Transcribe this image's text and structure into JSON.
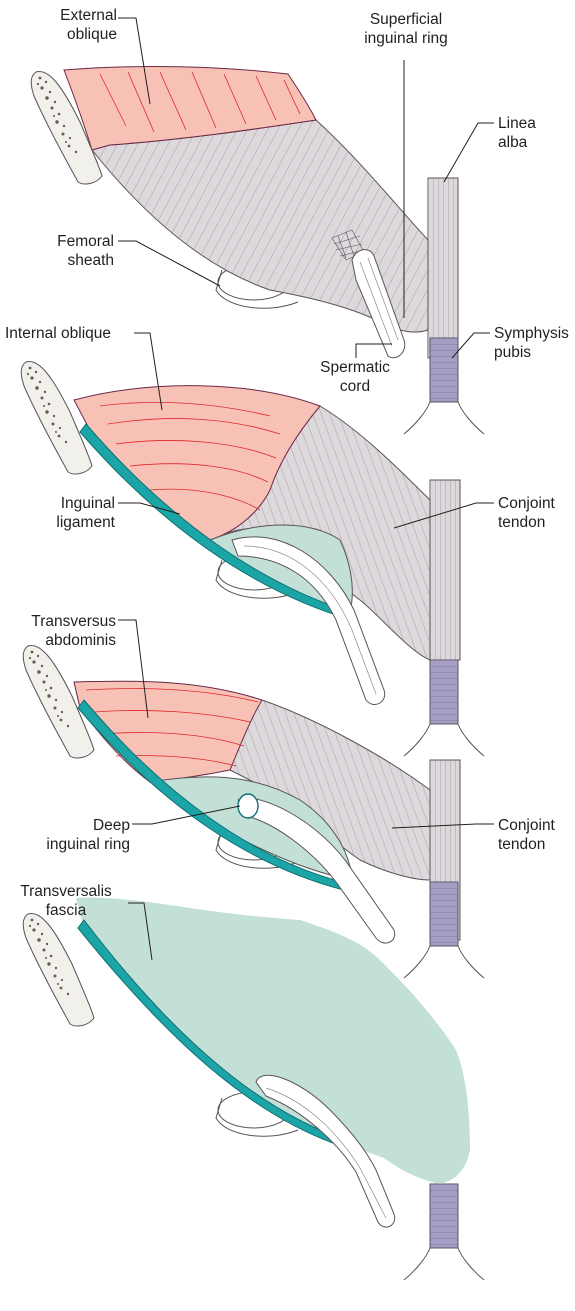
{
  "colors": {
    "muscle": "#f7c1b5",
    "muscle_fibre": "#e0262d",
    "aponeurosis": "#dcd8dc",
    "aponeurosis_line": "#8e8990",
    "fascia": "#c3e0d7",
    "ligament": "#1ba5a6",
    "ligament_dark": "#0f6f74",
    "symphysis": "#a49ec4",
    "bone": "#f1f0ea",
    "bone_dots": "#6a5a52",
    "outline": "#5a5258",
    "leader": "#231f20",
    "muscle_edge": "#6b2846"
  },
  "panels": [
    {
      "id": "external-oblique-layer",
      "labels": [
        {
          "key": "external_oblique",
          "lines": [
            "External",
            "oblique"
          ]
        },
        {
          "key": "superficial_inguinal_ring",
          "lines": [
            "Superficial",
            "inguinal ring"
          ]
        },
        {
          "key": "linea_alba",
          "lines": [
            "Linea",
            "alba"
          ]
        },
        {
          "key": "femoral_sheath",
          "lines": [
            "Femoral",
            "sheath"
          ]
        },
        {
          "key": "symphysis_pubis",
          "lines": [
            "Symphysis",
            "pubis"
          ]
        },
        {
          "key": "spermatic_cord",
          "lines": [
            "Spermatic",
            "cord"
          ]
        }
      ]
    },
    {
      "id": "internal-oblique-layer",
      "labels": [
        {
          "key": "internal_oblique",
          "lines": [
            "Internal oblique"
          ]
        },
        {
          "key": "inguinal_ligament",
          "lines": [
            "Inguinal",
            "ligament"
          ]
        },
        {
          "key": "conjoint_tendon",
          "lines": [
            "Conjoint",
            "tendon"
          ]
        }
      ]
    },
    {
      "id": "transversus-abdominis-layer",
      "labels": [
        {
          "key": "transversus_abdominis",
          "lines": [
            "Transversus",
            "abdominis"
          ]
        },
        {
          "key": "deep_inguinal_ring",
          "lines": [
            "Deep",
            "inguinal ring"
          ]
        },
        {
          "key": "conjoint_tendon",
          "lines": [
            "Conjoint",
            "tendon"
          ]
        }
      ]
    },
    {
      "id": "transversalis-fascia-layer",
      "labels": [
        {
          "key": "transversalis_fascia",
          "lines": [
            "Transversalis",
            "fascia"
          ]
        }
      ]
    }
  ]
}
